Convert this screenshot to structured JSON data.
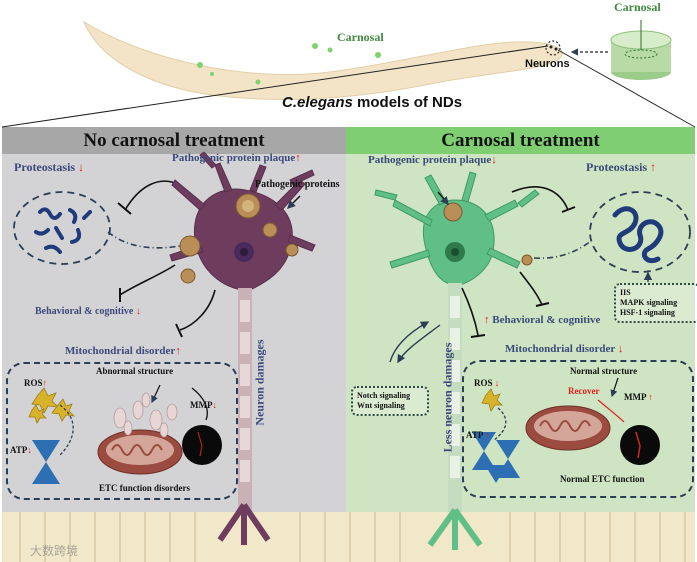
{
  "top": {
    "worm_label": "Carnosal",
    "dish_label": "Carnosal",
    "neurons_label": "Neurons",
    "title_species": "C.elegans",
    "title_rest": " models of NDs"
  },
  "left_panel": {
    "header": "No carnosal treatment",
    "plaque_label": "Pathogenic protein plaque",
    "plaque_arrow": "↑",
    "pathogenic_proteins": "Pathogenic proteins",
    "proteostasis": "Proteostasis",
    "proteostasis_arrow": "↓",
    "behavioral": "Behavioral & cognitive",
    "behavioral_arrow": "↓",
    "mito": "Mitochondrial disorder",
    "mito_arrow": "↑",
    "ros": "ROS",
    "ros_arrow": "↑",
    "atp": "ATP",
    "atp_arrow": "↓",
    "abnormal": "Abnormal structure",
    "mmp": "MMP",
    "mmp_arrow": "↓",
    "etc": "ETC function disorders",
    "axon_label": "Neuron damages"
  },
  "right_panel": {
    "header": "Carnosal treatment",
    "plaque_label": "Pathogenic protein plaque",
    "plaque_arrow": "↓",
    "proteostasis": "Proteostasis",
    "proteostasis_arrow": "↑",
    "signaling_box": [
      "IIS",
      "MAPK signaling",
      "HSF-1 signaling"
    ],
    "behavioral_arrow": "↑",
    "behavioral": "Behavioral & cognitive",
    "mito": "Mitochondrial disorder",
    "mito_arrow": "↓",
    "notch_box": [
      "Notch signaling",
      "Wnt signaling"
    ],
    "ros": "ROS",
    "ros_arrow": "↓",
    "atp": "ATP",
    "atp_arrow": "↑",
    "normal": "Normal structure",
    "recover": "Recover",
    "mmp": "MMP",
    "mmp_arrow": "↑",
    "etc": "Normal ETC function",
    "axon_label": "Less neuron damages"
  },
  "watermark": "大数跨境",
  "colors": {
    "left_header_bg": "#a7a7a7",
    "left_bg": "#d3d3d6",
    "right_header_bg": "#7fcf72",
    "right_bg": "#cfe4c2",
    "arrow_red": "#e21b1b",
    "label_blue": "#3b4a7a"
  }
}
